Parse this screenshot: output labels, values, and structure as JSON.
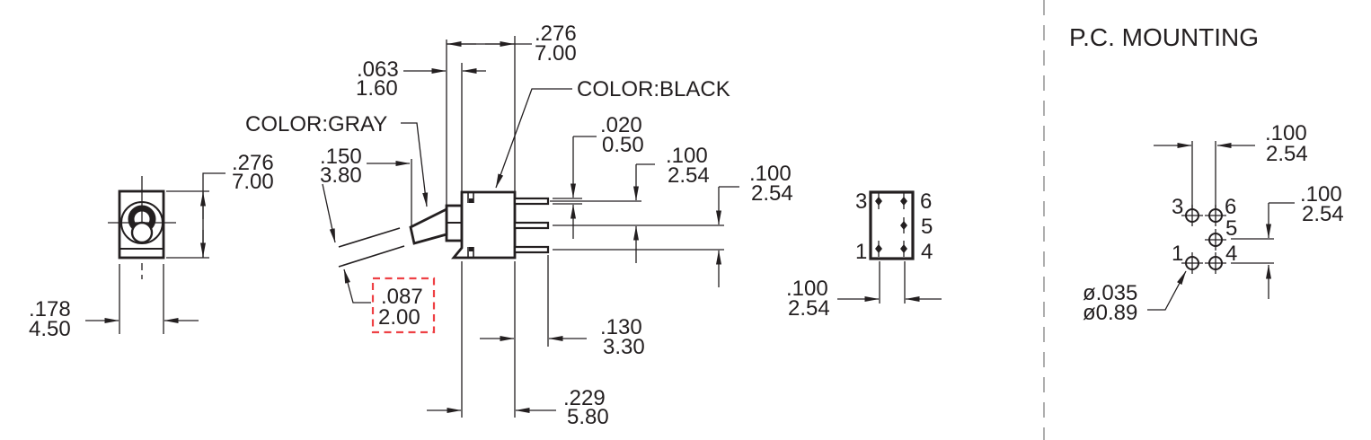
{
  "colors": {
    "line": "#231f20",
    "highlight_red": "#ee4145"
  },
  "front_view": {
    "dim_height": {
      "in": ".276",
      "mm": "7.00"
    },
    "dim_width": {
      "in": ".178",
      "mm": "4.50"
    }
  },
  "side_view": {
    "label_actuator_color": "COLOR:GRAY",
    "label_body_color": "COLOR:BLACK",
    "dim_overall_depth": {
      "in": ".276",
      "mm": "7.00"
    },
    "dim_bushing_depth": {
      "in": ".063",
      "mm": "1.60"
    },
    "dim_actuator_length": {
      "in": ".150",
      "mm": "3.80"
    },
    "dim_terminal_thickness": {
      "in": ".020",
      "mm": "0.50"
    },
    "dim_terminal_pitch_upper": {
      "in": ".100",
      "mm": "2.54"
    },
    "dim_terminal_pitch_lower": {
      "in": ".100",
      "mm": "2.54"
    },
    "dim_actuator_dia": {
      "in": ".087",
      "mm": "2.00"
    },
    "dim_terminal_length": {
      "in": ".130",
      "mm": "3.30"
    },
    "dim_body_depth": {
      "in": ".229",
      "mm": "5.80"
    }
  },
  "bottom_view": {
    "pin_labels": {
      "p3": "3",
      "p6": "6",
      "p5": "5",
      "p1": "1",
      "p4": "4"
    },
    "dim_pin_pitch": {
      "in": ".100",
      "mm": "2.54"
    }
  },
  "pc_mounting": {
    "title": "P.C. MOUNTING",
    "pin_labels": {
      "p3": "3",
      "p6": "6",
      "p5": "5",
      "p1": "1",
      "p4": "4"
    },
    "dim_hole_pitch_h": {
      "in": ".100",
      "mm": "2.54"
    },
    "dim_hole_pitch_v": {
      "in": ".100",
      "mm": "2.54"
    },
    "dim_hole_dia": {
      "in": "ø.035",
      "mm": "ø0.89"
    }
  }
}
